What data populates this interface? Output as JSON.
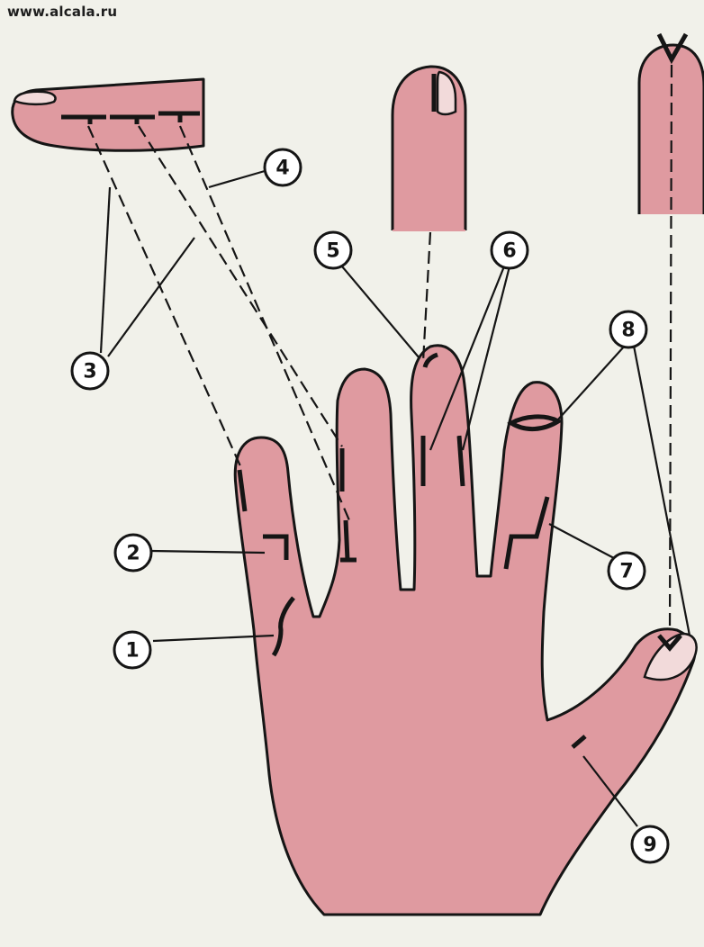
{
  "watermark": "www.alcala.ru",
  "colors": {
    "background": "#f1f1ea",
    "skin": "#df9aa0",
    "nail": "#f2dada",
    "ink": "#151515"
  },
  "callouts": [
    {
      "id": "1",
      "label": "1"
    },
    {
      "id": "2",
      "label": "2"
    },
    {
      "id": "3",
      "label": "3"
    },
    {
      "id": "4",
      "label": "4"
    },
    {
      "id": "5",
      "label": "5"
    },
    {
      "id": "6",
      "label": "6"
    },
    {
      "id": "7",
      "label": "7"
    },
    {
      "id": "8",
      "label": "8"
    },
    {
      "id": "9",
      "label": "9"
    }
  ]
}
